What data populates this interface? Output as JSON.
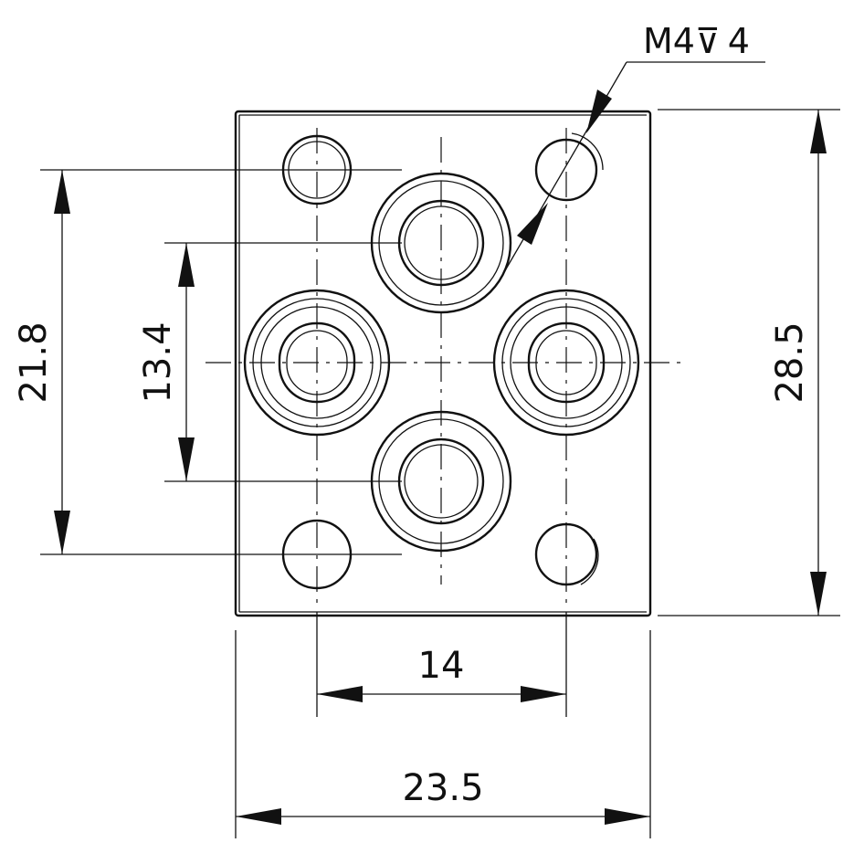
{
  "drawing": {
    "dimensions": {
      "overall_width": "23.5",
      "overall_height": "28.5",
      "mount_hole_spacing_x": "14",
      "mount_hole_spacing_y": "21.8",
      "port_spacing_y": "13.4"
    },
    "note": {
      "thread": "M4",
      "depth_symbol": "⊽",
      "depth": "4"
    }
  }
}
